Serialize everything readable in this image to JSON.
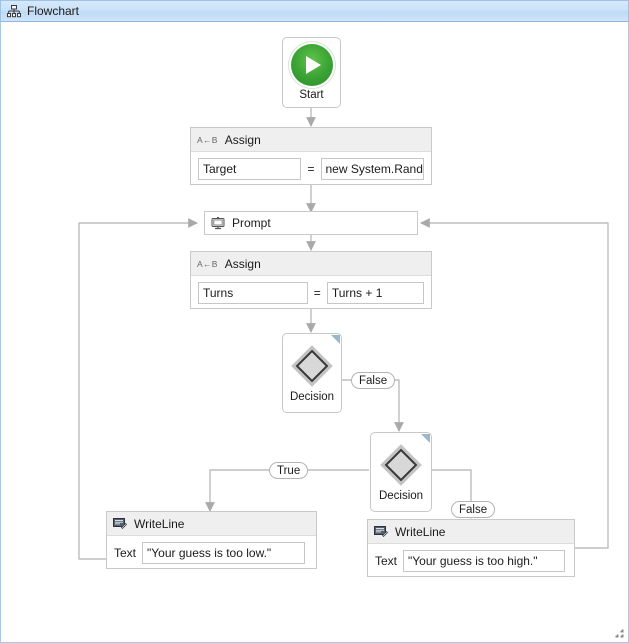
{
  "window": {
    "title": "Flowchart",
    "title_icon": "flowchart-org-chart-icon"
  },
  "canvas": {
    "background": "#ffffff",
    "border_color": "#a8c8e6",
    "grip_icon": "resize-grip-icon"
  },
  "colors": {
    "titlebar_start": "#d7e9fa",
    "titlebar_end": "#cfe5fa",
    "titlebar_border": "#9fc3e6",
    "connector": "#b9b9b9",
    "card_header": "#efefef",
    "card_border": "#c9c9c9",
    "start_green": "#39a234",
    "diamond_fill": "#d8d8d8",
    "diamond_stroke": "#3a3a3a"
  },
  "nodes": {
    "start": {
      "label": "Start",
      "icon": "play-circle-icon"
    },
    "assign_target": {
      "icon": "assign-a-to-b-icon",
      "icon_text": "A←B",
      "title": "Assign",
      "to_value": "Target",
      "operator": "=",
      "value": "new System.Randor"
    },
    "prompt": {
      "icon": "prompt-display-icon",
      "title": "Prompt"
    },
    "assign_turns": {
      "icon": "assign-a-to-b-icon",
      "icon_text": "A←B",
      "title": "Assign",
      "to_value": "Turns",
      "operator": "=",
      "value": "Turns + 1"
    },
    "decision_one": {
      "icon": "decision-diamond-icon",
      "label": "Decision",
      "collapse_marker": "collapse-corner-icon"
    },
    "decision_two": {
      "icon": "decision-diamond-icon",
      "label": "Decision",
      "collapse_marker": "collapse-corner-icon"
    },
    "writeline_low": {
      "icon": "writeline-icon",
      "title": "WriteLine",
      "field_label": "Text",
      "value": "\"Your guess is too low.\""
    },
    "writeline_high": {
      "icon": "writeline-icon",
      "title": "WriteLine",
      "field_label": "Text",
      "value": "\"Your guess is too high.\""
    }
  },
  "connector_labels": {
    "decision_one_false": "False",
    "decision_two_true": "True",
    "decision_two_false": "False"
  }
}
